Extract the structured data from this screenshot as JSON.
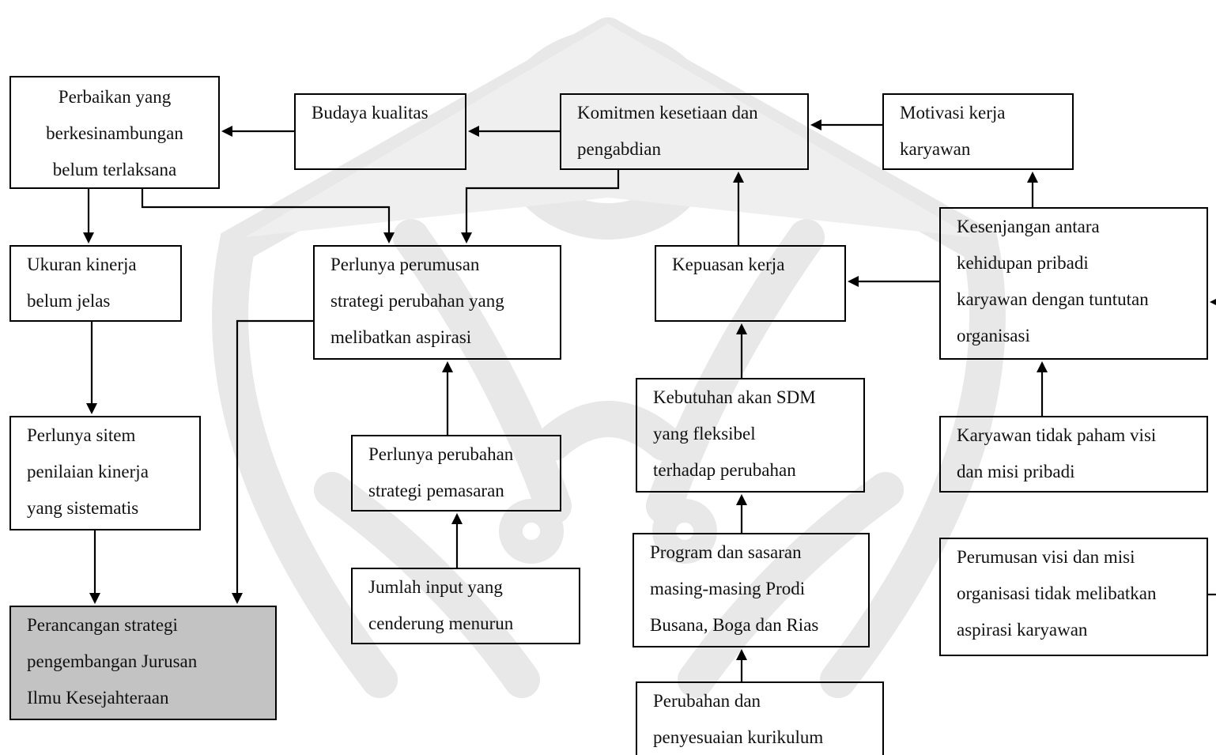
{
  "diagram": {
    "nodes": {
      "perbaikan": "Perbaikan yang\nberkesinambungan\nbelum terlaksana",
      "budaya": "Budaya kualitas",
      "komitmen": "Komitmen kesetiaan dan\npengabdian",
      "motivasi": "Motivasi kerja\nkaryawan",
      "ukuran": "Ukuran kinerja\nbelum jelas",
      "perlunya_perumusan": "Perlunya perumusan\nstrategi perubahan yang\nmelibatkan aspirasi",
      "kepuasan": "Kepuasan kerja",
      "kesenjangan": "Kesenjangan antara\nkehidupan pribadi\nkaryawan dengan tuntutan\norganisasi",
      "sistem": "Perlunya sitem\npenilaian  kinerja\nyang sistematis",
      "pemasaran": "Perlunya perubahan\nstrategi pemasaran",
      "kebutuhan": "Kebutuhan akan SDM\nyang fleksibel\nterhadap perubahan",
      "karyawan_visi": "Karyawan tidak paham visi\ndan misi pribadi",
      "jumlah": "Jumlah input yang\ncenderung menurun",
      "program": "Program dan sasaran\nmasing-masing Prodi\nBusana, Boga dan Rias",
      "perumusan_visi": "Perumusan visi dan misi\norganisasi tidak melibatkan\naspirasi karyawan",
      "perancangan": "Perancangan strategi\npengembangan Jurusan\nIlmu Kesejahteraan",
      "perubahan": "Perubahan dan\npenyesuaian kurikulum"
    },
    "edges": [
      {
        "from": "budaya",
        "to": "perbaikan"
      },
      {
        "from": "komitmen",
        "to": "budaya"
      },
      {
        "from": "motivasi",
        "to": "komitmen"
      },
      {
        "from": "perbaikan",
        "to": "ukuran"
      },
      {
        "from": "perbaikan",
        "to": "perlunya_perumusan"
      },
      {
        "from": "komitmen",
        "to": "perlunya_perumusan"
      },
      {
        "from": "kepuasan",
        "to": "komitmen"
      },
      {
        "from": "kesenjangan",
        "to": "motivasi"
      },
      {
        "from": "kesenjangan",
        "to": "kepuasan"
      },
      {
        "from": "ukuran",
        "to": "sistem"
      },
      {
        "from": "sistem",
        "to": "perancangan"
      },
      {
        "from": "perlunya_perumusan",
        "to": "perancangan"
      },
      {
        "from": "pemasaran",
        "to": "perlunya_perumusan"
      },
      {
        "from": "jumlah",
        "to": "pemasaran"
      },
      {
        "from": "kebutuhan",
        "to": "kepuasan"
      },
      {
        "from": "program",
        "to": "kebutuhan"
      },
      {
        "from": "perubahan",
        "to": "program"
      },
      {
        "from": "karyawan_visi",
        "to": "kesenjangan"
      }
    ],
    "colors": {
      "line": "#000000",
      "highlight_fill": "#bdbdbd",
      "watermark": "#e6e6e6"
    }
  }
}
